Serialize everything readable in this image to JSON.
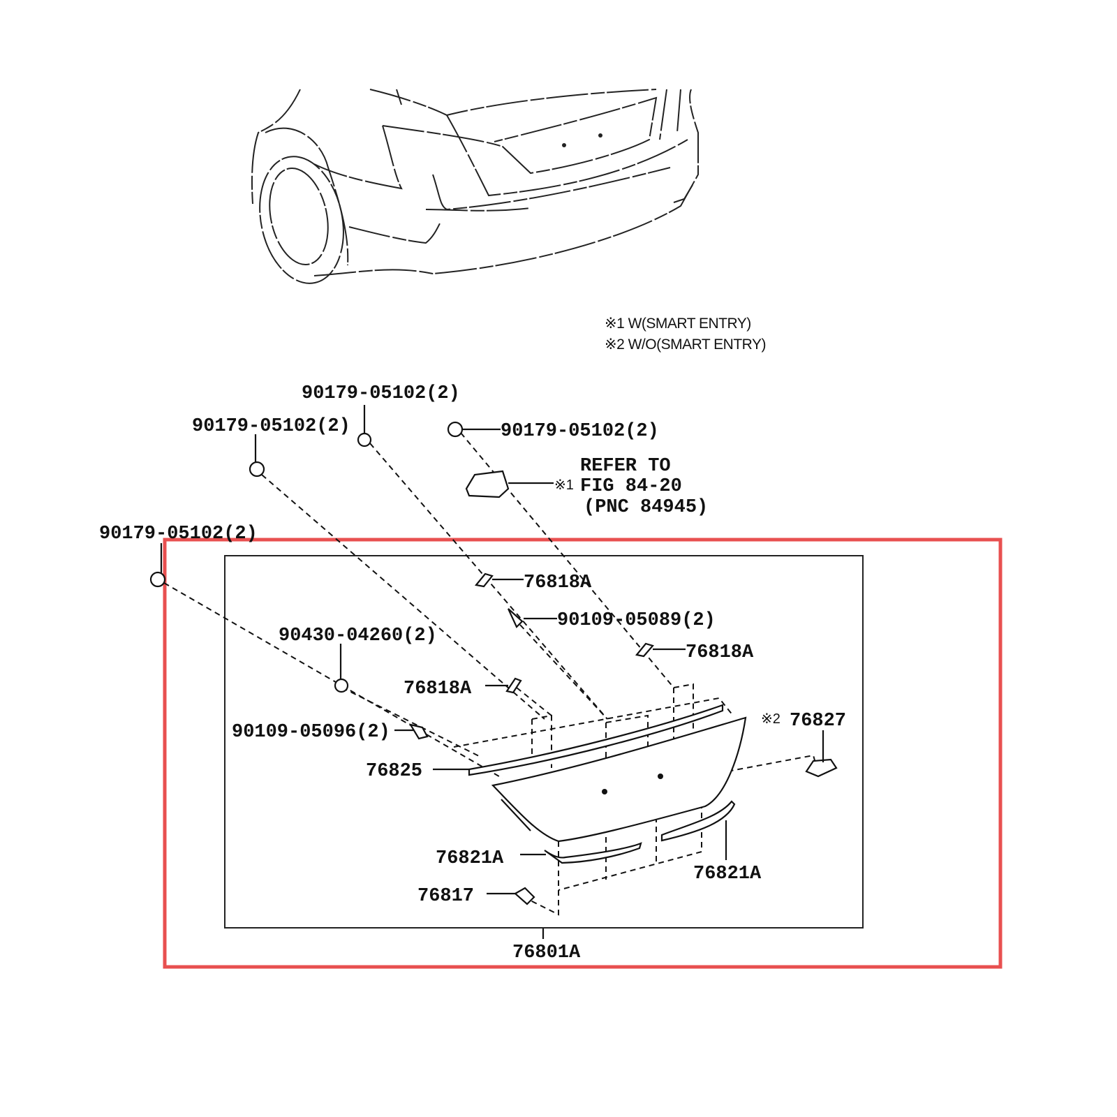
{
  "notes": [
    "※1 W(SMART ENTRY)",
    "※2 W/O(SMART ENTRY)"
  ],
  "labels": {
    "nut_top_center": "90179-05102(2)",
    "nut_top_left": "90179-05102(2)",
    "nut_top_right": "90179-05102(2)",
    "nut_far_left": "90179-05102(2)",
    "refer_line1": "REFER TO",
    "refer_mark": "※1",
    "refer_line2": "FIG 84-20",
    "refer_line3": "(PNC 84945)",
    "clip_top": "76818A",
    "screw_upper": "90109-05089(2)",
    "clip_right": "76818A",
    "nut_inner": "90430-04260(2)",
    "clip_left": "76818A",
    "light_mark": "※2",
    "light": "76827",
    "screw_left": "90109-05096(2)",
    "moulding_upper": "76825",
    "moulding_lower_left": "76821A",
    "moulding_lower_right": "76821A",
    "clip_bottom": "76817",
    "garnish_assembly": "76801A"
  },
  "highlight_color": "#e85050"
}
